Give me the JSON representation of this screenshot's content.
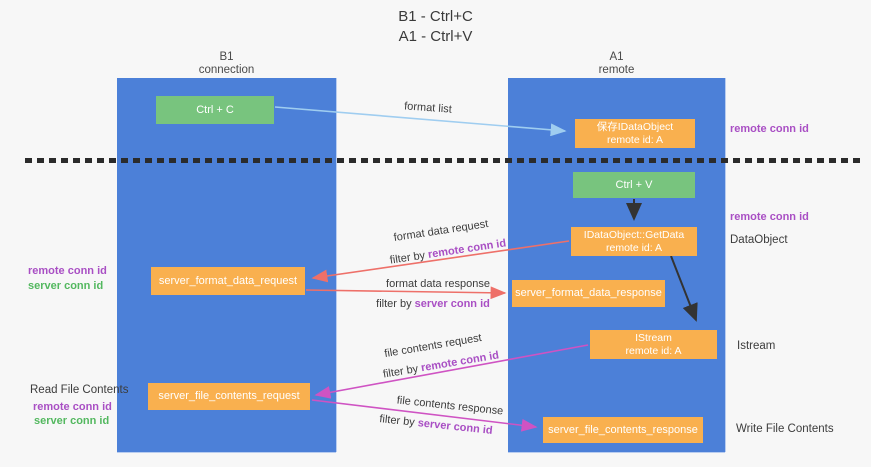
{
  "title": {
    "line1": "B1 - Ctrl+C",
    "line2": "A1 - Ctrl+V"
  },
  "lifelines": {
    "left": {
      "name": "B1",
      "role": "connection"
    },
    "right": {
      "name": "A1",
      "role": "remote"
    }
  },
  "boxes": {
    "ctrl_c": {
      "label": "Ctrl + C"
    },
    "ctrl_v": {
      "label": "Ctrl + V"
    },
    "save_idataobject": {
      "line1": "保存IDataObject",
      "line2": "remote id: A"
    },
    "idataobject_getdata": {
      "line1": "IDataObject::GetData",
      "line2": "remote id: A"
    },
    "istream": {
      "line1": "IStream",
      "line2": "remote id: A"
    },
    "server_format_data_request": {
      "label": "server_format_data_request"
    },
    "server_format_data_response": {
      "label": "server_format_data_response"
    },
    "server_file_contents_request": {
      "label": "server_file_contents_request"
    },
    "server_file_contents_response": {
      "label": "server_file_contents_response"
    }
  },
  "arrows": {
    "format_list": {
      "label": "format list"
    },
    "format_data_request": {
      "label": "format data request",
      "filter_prefix": "filter by ",
      "filter_key": "remote conn id"
    },
    "format_data_response": {
      "label": "format data response",
      "filter_prefix": "filter by ",
      "filter_key": "server conn id"
    },
    "file_contents_request": {
      "label": "file contents request",
      "filter_prefix": "filter by ",
      "filter_key": "remote conn id"
    },
    "file_contents_response": {
      "label": "file contents response",
      "filter_prefix": "filter by ",
      "filter_key": "server conn id"
    }
  },
  "annotations": {
    "right_remote_conn_id_top": "remote conn id",
    "right_remote_conn_id_mid": "remote conn id",
    "right_dataobject": "DataObject",
    "right_istream": "Istream",
    "right_write_file_contents": "Write File Contents",
    "left_remote_conn_id_top": "remote conn id",
    "left_server_conn_id_top": "server conn id",
    "left_read_file_contents": "Read File Contents",
    "left_remote_conn_id_bottom": "remote conn id",
    "left_server_conn_id_bottom": "server conn id"
  },
  "colors": {
    "lane_blue": "#4c80d8",
    "box_orange": "#f9b04f",
    "box_green": "#78c47e",
    "arrow_red": "#ee7069",
    "arrow_magenta": "#cf53c3",
    "arrow_light_blue": "#9fcdf0",
    "arrow_black": "#333333",
    "label_purple": "#a94fc4",
    "label_green": "#53b85f",
    "text_dark": "#3c3c3c",
    "background": "#f7f7f7"
  }
}
